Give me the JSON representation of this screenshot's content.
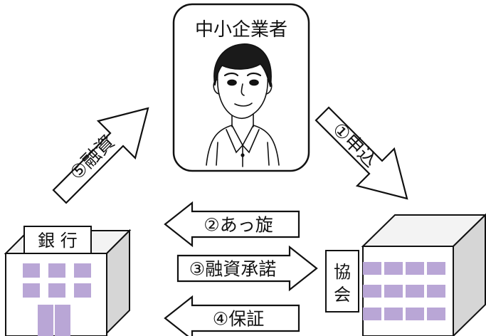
{
  "sme": {
    "title": "中小企業者"
  },
  "bank": {
    "sign": "銀 行"
  },
  "association": {
    "sign_line1": "協",
    "sign_line2": "会"
  },
  "steps": {
    "s1": "①申込",
    "s2": "②あっ旋",
    "s3": "③融資承諾",
    "s4": "④保証",
    "s5": "⑤融資"
  },
  "colors": {
    "window": "#b9a6d6",
    "outline": "#111111",
    "side_shade": "#d6d6d6",
    "top_shade": "#f3f3f3"
  }
}
